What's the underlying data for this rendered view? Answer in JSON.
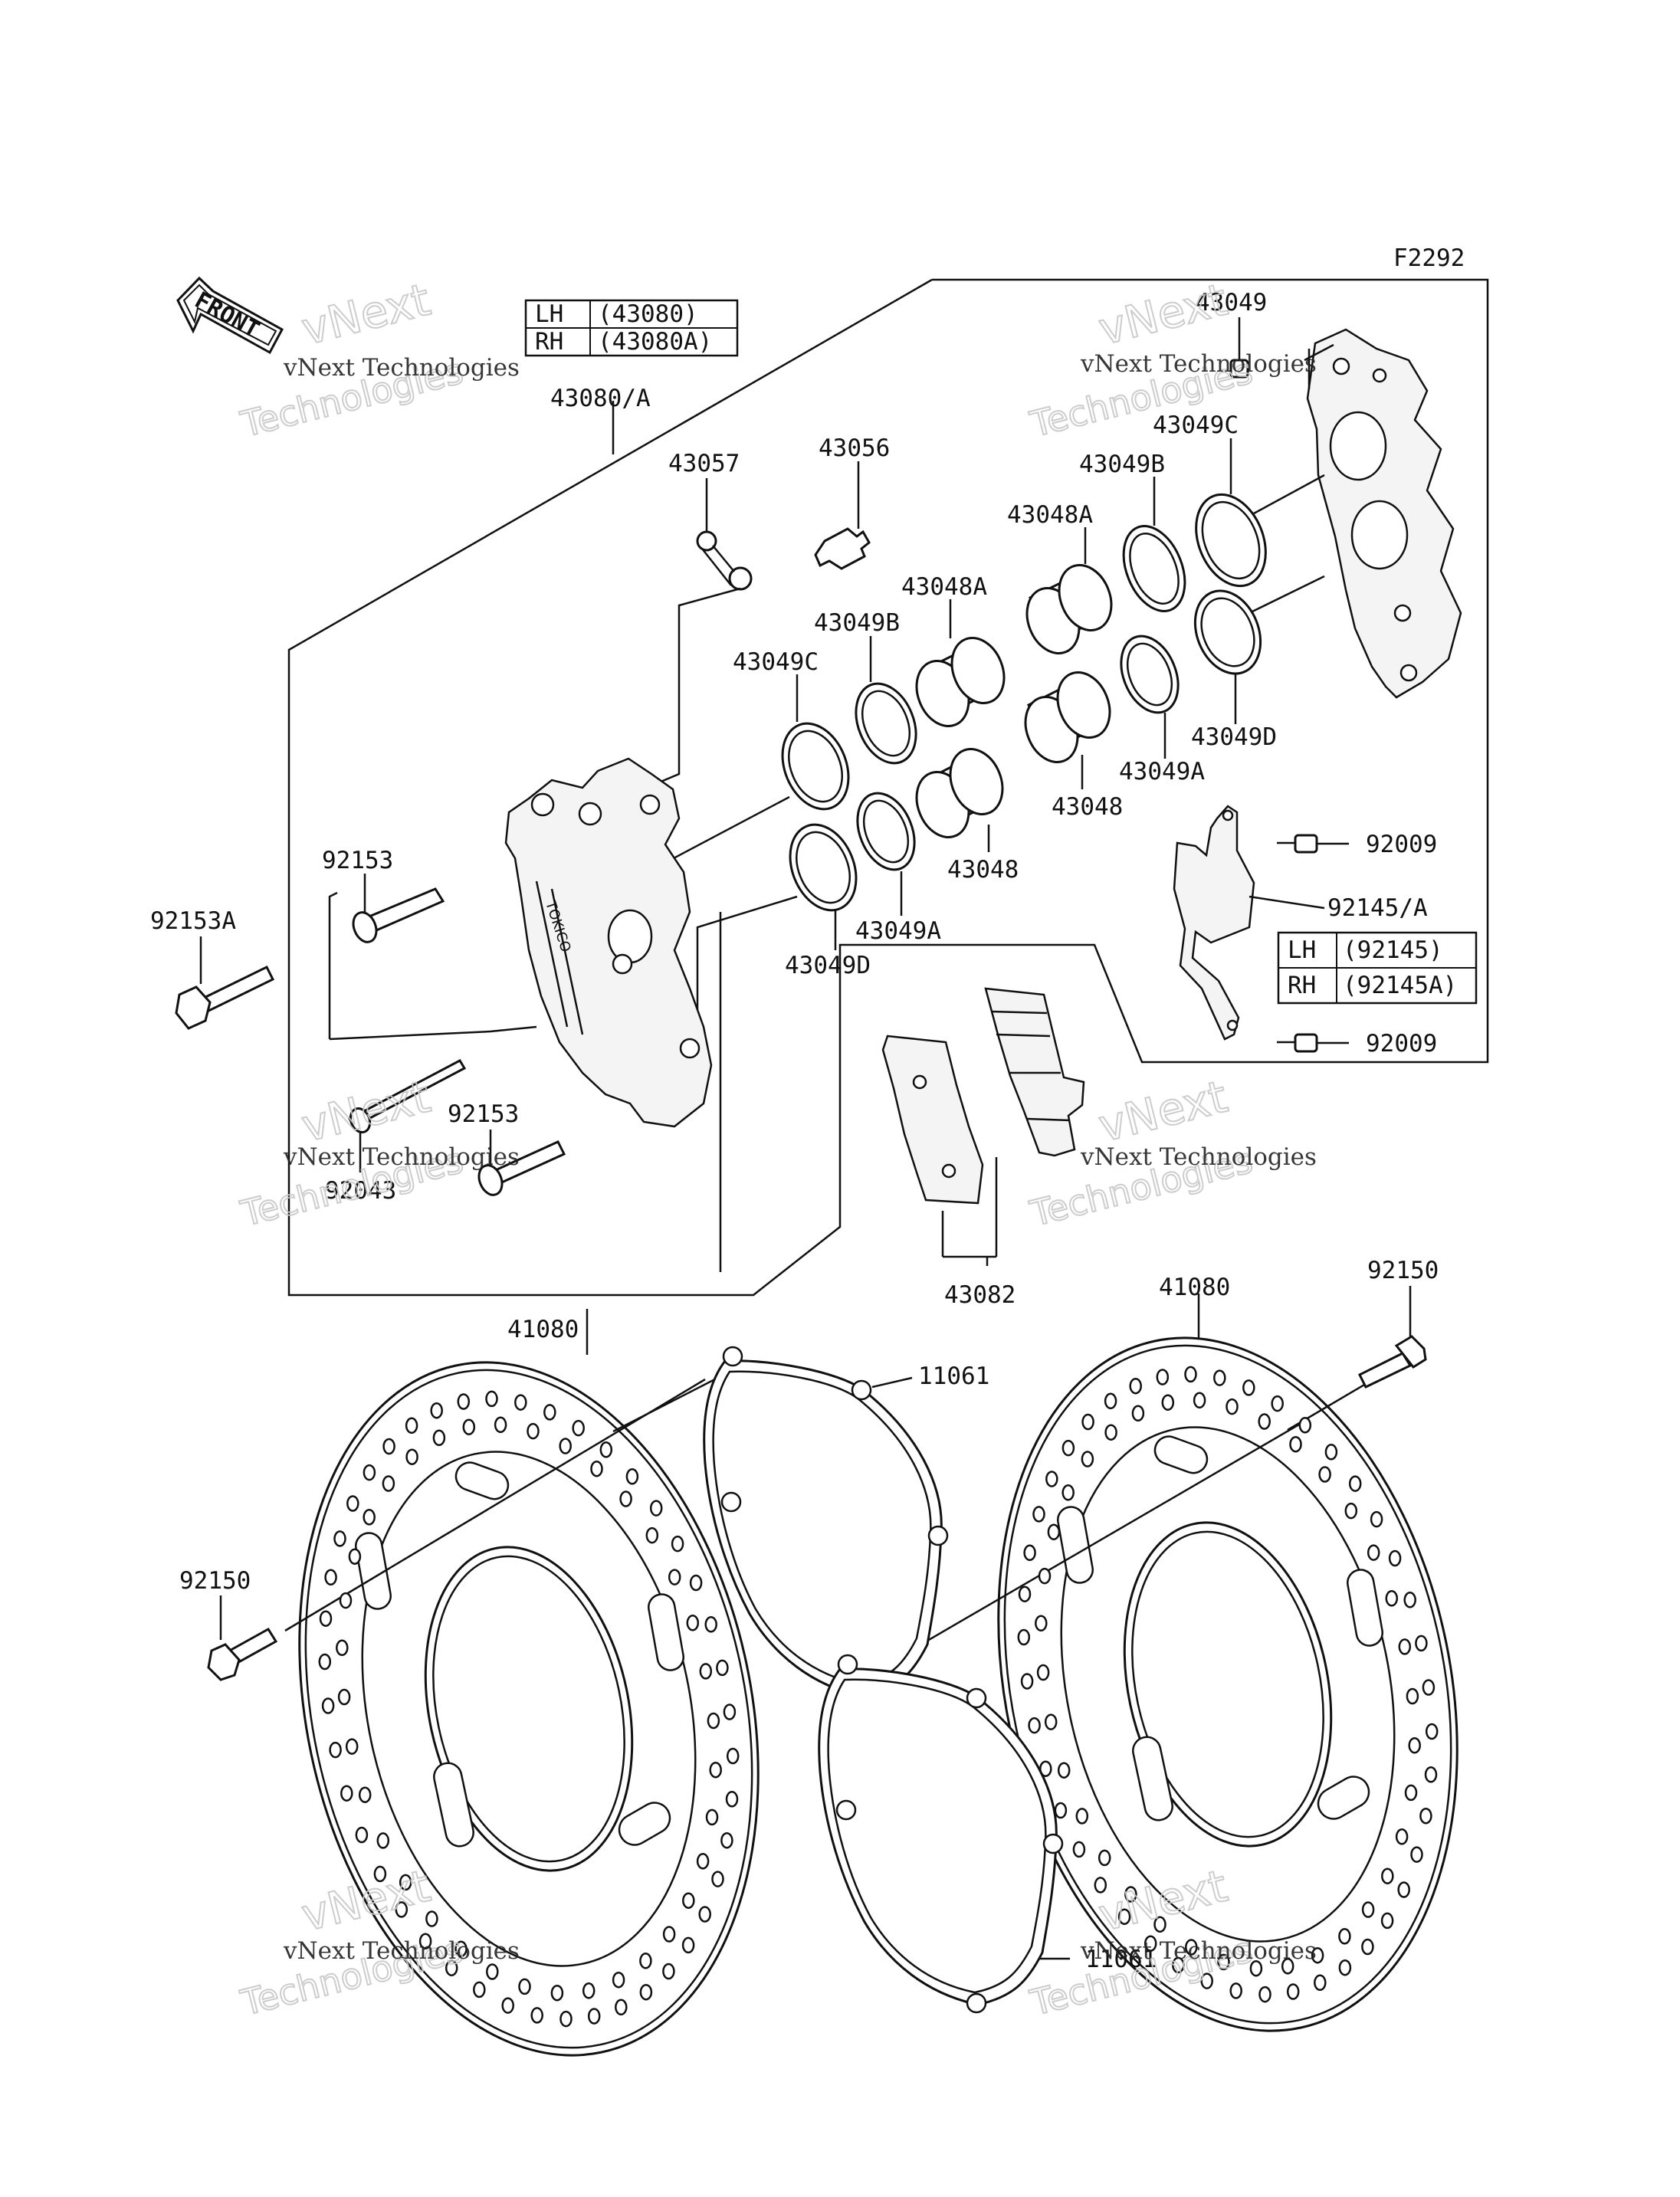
{
  "figure_code": "F2292",
  "front_arrow_label": "FRONT",
  "watermarks": {
    "company": "vNext Technologies",
    "line1": "vNext",
    "line2": "Technologies"
  },
  "callouts": {
    "p43049": "43049",
    "p43049c_r": "43049C",
    "p43049b_r": "43049B",
    "p43048a_r": "43048A",
    "p43049d_r": "43049D",
    "p43049a_r": "43049A",
    "p43048_r": "43048",
    "p43080a": "43080/A",
    "p43057": "43057",
    "p43056": "43056",
    "p43048a_l": "43048A",
    "p43049b_l": "43049B",
    "p43049c_l": "43049C",
    "p43048_l": "43048",
    "p43049a_l": "43049A",
    "p43049d_l": "43049D",
    "p92153": "92153",
    "p92153a": "92153A",
    "p92153_b": "92153",
    "p92043": "92043",
    "p92009_t": "92009",
    "p92145a": "92145/A",
    "p92009_b": "92009",
    "p43082": "43082",
    "p41080_l": "41080",
    "p41080_r": "41080",
    "p11061_t": "11061",
    "p11061_b": "11061",
    "p92150_l": "92150",
    "p92150_r": "92150"
  },
  "table_caliper": {
    "rows": [
      {
        "side": "LH",
        "part": "(43080)"
      },
      {
        "side": "RH",
        "part": "(43080A)"
      }
    ]
  },
  "table_bracket": {
    "rows": [
      {
        "side": "LH",
        "part": "(92145)"
      },
      {
        "side": "RH",
        "part": "(92145A)"
      }
    ]
  }
}
